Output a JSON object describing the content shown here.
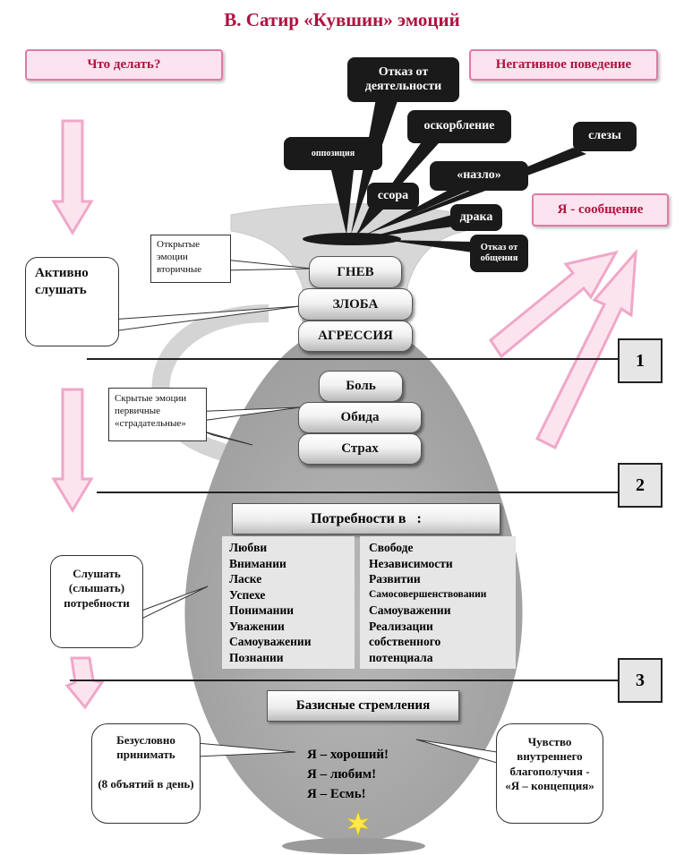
{
  "title": "В. Сатир «Кувшин» эмоций",
  "top_left_label": "Что делать?",
  "top_right_label": "Негативное поведение",
  "message_label": "Я - сообщение",
  "negative_behaviors": {
    "refusal_activity": "Отказ от деятельности",
    "opposition": "оппозиция",
    "insult": "оскорбление",
    "tears": "слезы",
    "spite": "«назло»",
    "quarrel": "ссора",
    "fight": "драка",
    "refusal_communication": "Отказ от общения"
  },
  "open_emotions": {
    "note": "Открытые эмоции вторичные",
    "items": [
      "ГНЕВ",
      "ЗЛОБА",
      "АГРЕССИЯ"
    ]
  },
  "hidden_emotions": {
    "note": "Скрытые эмоции первичные «страдательные»",
    "items": [
      "Боль",
      "Обида",
      "Страх"
    ]
  },
  "needs": {
    "title": "Потребности в   :",
    "left": [
      "Любви",
      "Внимании",
      "Ласке",
      "Успехе",
      "Понимании",
      "Уважении",
      "Самоуважении",
      "Познании"
    ],
    "right": [
      "Свободе",
      "Независимости",
      "Развитии",
      "Самосовершенствовании",
      "Самоуважении",
      "Реализации",
      "собственного",
      "потенциала"
    ]
  },
  "basic": {
    "title": "Базисные стремления",
    "lines": [
      "Я – хороший!",
      "Я – любим!",
      "Я – Есмь!"
    ]
  },
  "left_notes": {
    "active_listening": "Активно слушать",
    "listen_needs": "Слушать (слышать) потребности",
    "accept": "Безусловно принимать",
    "hugs": "(8 объятий в день)"
  },
  "right_note": "Чувство внутреннего благополучия - «Я – концепция»",
  "levels": [
    "1",
    "2",
    "3"
  ],
  "colors": {
    "title": "#b0123f",
    "pink": "#f4b9d3",
    "jug": "#aaaaaa",
    "callout": "#1a1a1a"
  }
}
